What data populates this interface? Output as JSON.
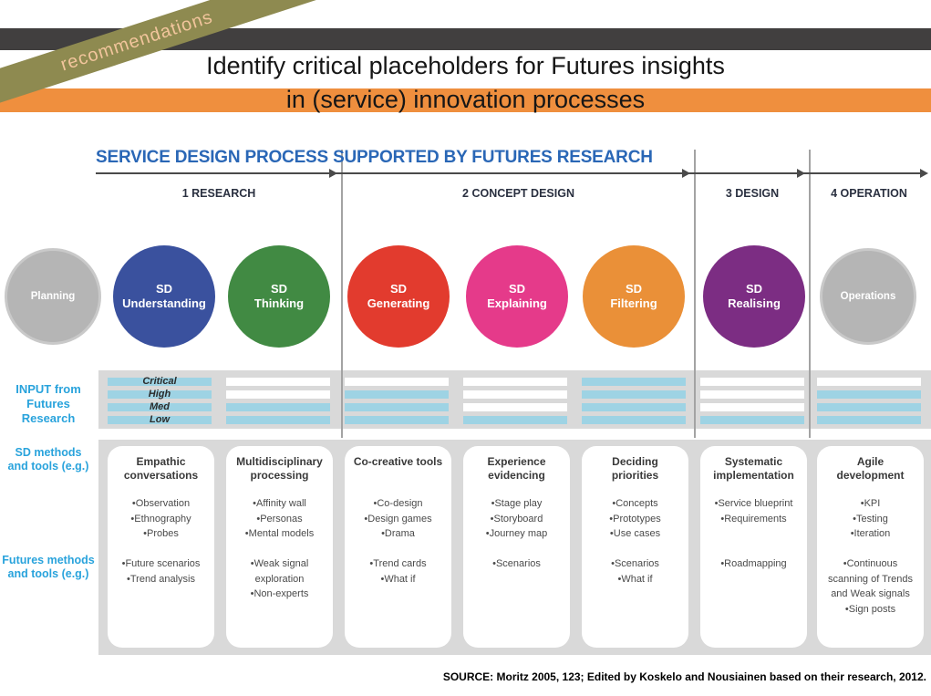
{
  "colors": {
    "dark_bar": "#413f3f",
    "orange_band": "#ef8f3e",
    "ribbon_bg": "#8e8a50",
    "ribbon_text": "#f2c59c",
    "heading_blue": "#2a67b6",
    "accent_blue": "#29a3dc",
    "band_gray": "#d9d9d9",
    "bar_filled": "#9ed3e4",
    "bar_empty": "#ffffff",
    "phase_text": "#2a3040"
  },
  "slide": {
    "ribbon_label": "recommendations",
    "title_line1": "Identify critical placeholders for Futures insights",
    "title_line2": "in (service) innovation processes",
    "source": "SOURCE: Moritz 2005, 123; Edited by Koskelo and Nousiainen based on their research, 2012."
  },
  "diagram": {
    "heading": "SERVICE DESIGN PROCESS SUPPORTED BY FUTURES RESEARCH",
    "phases": [
      {
        "label": "1 RESEARCH"
      },
      {
        "label": "2 CONCEPT DESIGN"
      },
      {
        "label": "3 DESIGN"
      },
      {
        "label": "4 OPERATION"
      }
    ],
    "circles": [
      {
        "top": "",
        "name": "Planning",
        "color": "#b5b5b5"
      },
      {
        "top": "SD",
        "name": "Understanding",
        "color": "#3a519e"
      },
      {
        "top": "SD",
        "name": "Thinking",
        "color": "#418a43"
      },
      {
        "top": "SD",
        "name": "Generating",
        "color": "#e23b2e"
      },
      {
        "top": "SD",
        "name": "Explaining",
        "color": "#e53a8a"
      },
      {
        "top": "SD",
        "name": "Filtering",
        "color": "#ea9038"
      },
      {
        "top": "SD",
        "name": "Realising",
        "color": "#7c2d83"
      },
      {
        "top": "",
        "name": "Operations",
        "color": "#b5b5b5"
      }
    ]
  },
  "input": {
    "label": "INPUT from\nFutures Research",
    "row_labels": [
      "Critical",
      "High",
      "Med",
      "Low"
    ],
    "columns": [
      {
        "levels": [
          true,
          true,
          true,
          true
        ]
      },
      {
        "levels": [
          false,
          false,
          true,
          true
        ]
      },
      {
        "levels": [
          false,
          true,
          true,
          true
        ]
      },
      {
        "levels": [
          false,
          false,
          false,
          true
        ]
      },
      {
        "levels": [
          true,
          true,
          true,
          true
        ]
      },
      {
        "levels": [
          false,
          false,
          false,
          true
        ]
      },
      {
        "levels": [
          false,
          true,
          true,
          true
        ]
      }
    ]
  },
  "methods": {
    "sd_label": "SD methods\nand tools (e.g.)",
    "futures_label": "Futures methods\nand tools (e.g.)",
    "cards": [
      {
        "title": "Empathic conversations",
        "sd_items": [
          "Observation",
          "Ethnography",
          "Probes"
        ],
        "futures_items": [
          "Future scenarios",
          "Trend analysis"
        ]
      },
      {
        "title": "Multidisciplinary processing",
        "sd_items": [
          "Affinity wall",
          "Personas",
          "Mental models"
        ],
        "futures_items": [
          "Weak signal exploration",
          "Non-experts"
        ]
      },
      {
        "title": "Co-creative tools",
        "sd_items": [
          "Co-design",
          "Design games",
          "Drama"
        ],
        "futures_items": [
          "Trend cards",
          "What if"
        ]
      },
      {
        "title": "Experience evidencing",
        "sd_items": [
          "Stage play",
          "Storyboard",
          "Journey map"
        ],
        "futures_items": [
          "Scenarios"
        ]
      },
      {
        "title": "Deciding priorities",
        "sd_items": [
          "Concepts",
          "Prototypes",
          "Use cases"
        ],
        "futures_items": [
          "Scenarios",
          "What if"
        ]
      },
      {
        "title": "Systematic implementation",
        "sd_items": [
          "Service blueprint",
          "Requirements"
        ],
        "futures_items": [
          "Roadmapping"
        ]
      },
      {
        "title": "Agile development",
        "sd_items": [
          "KPI",
          "Testing",
          "Iteration"
        ],
        "futures_items": [
          "Continuous scanning of Trends and Weak signals",
          "Sign posts"
        ]
      }
    ]
  }
}
